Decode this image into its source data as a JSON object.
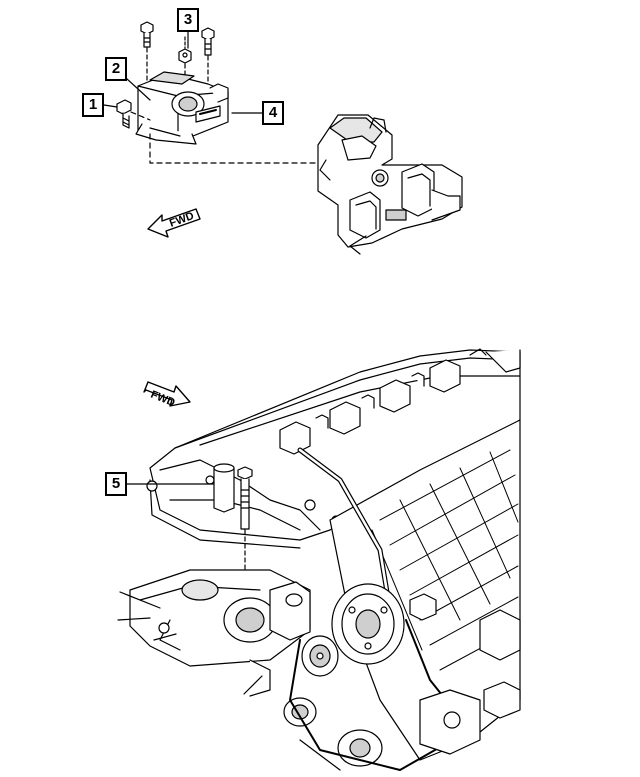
{
  "callouts": {
    "c1": "1",
    "c2": "2",
    "c3": "3",
    "c4": "4",
    "c5": "5"
  },
  "arrows": {
    "top_direction": "FWD",
    "bottom_direction": "FWD"
  },
  "colors": {
    "line": "#000000",
    "fill": "#ffffff",
    "shade": "#cfcfcf"
  }
}
